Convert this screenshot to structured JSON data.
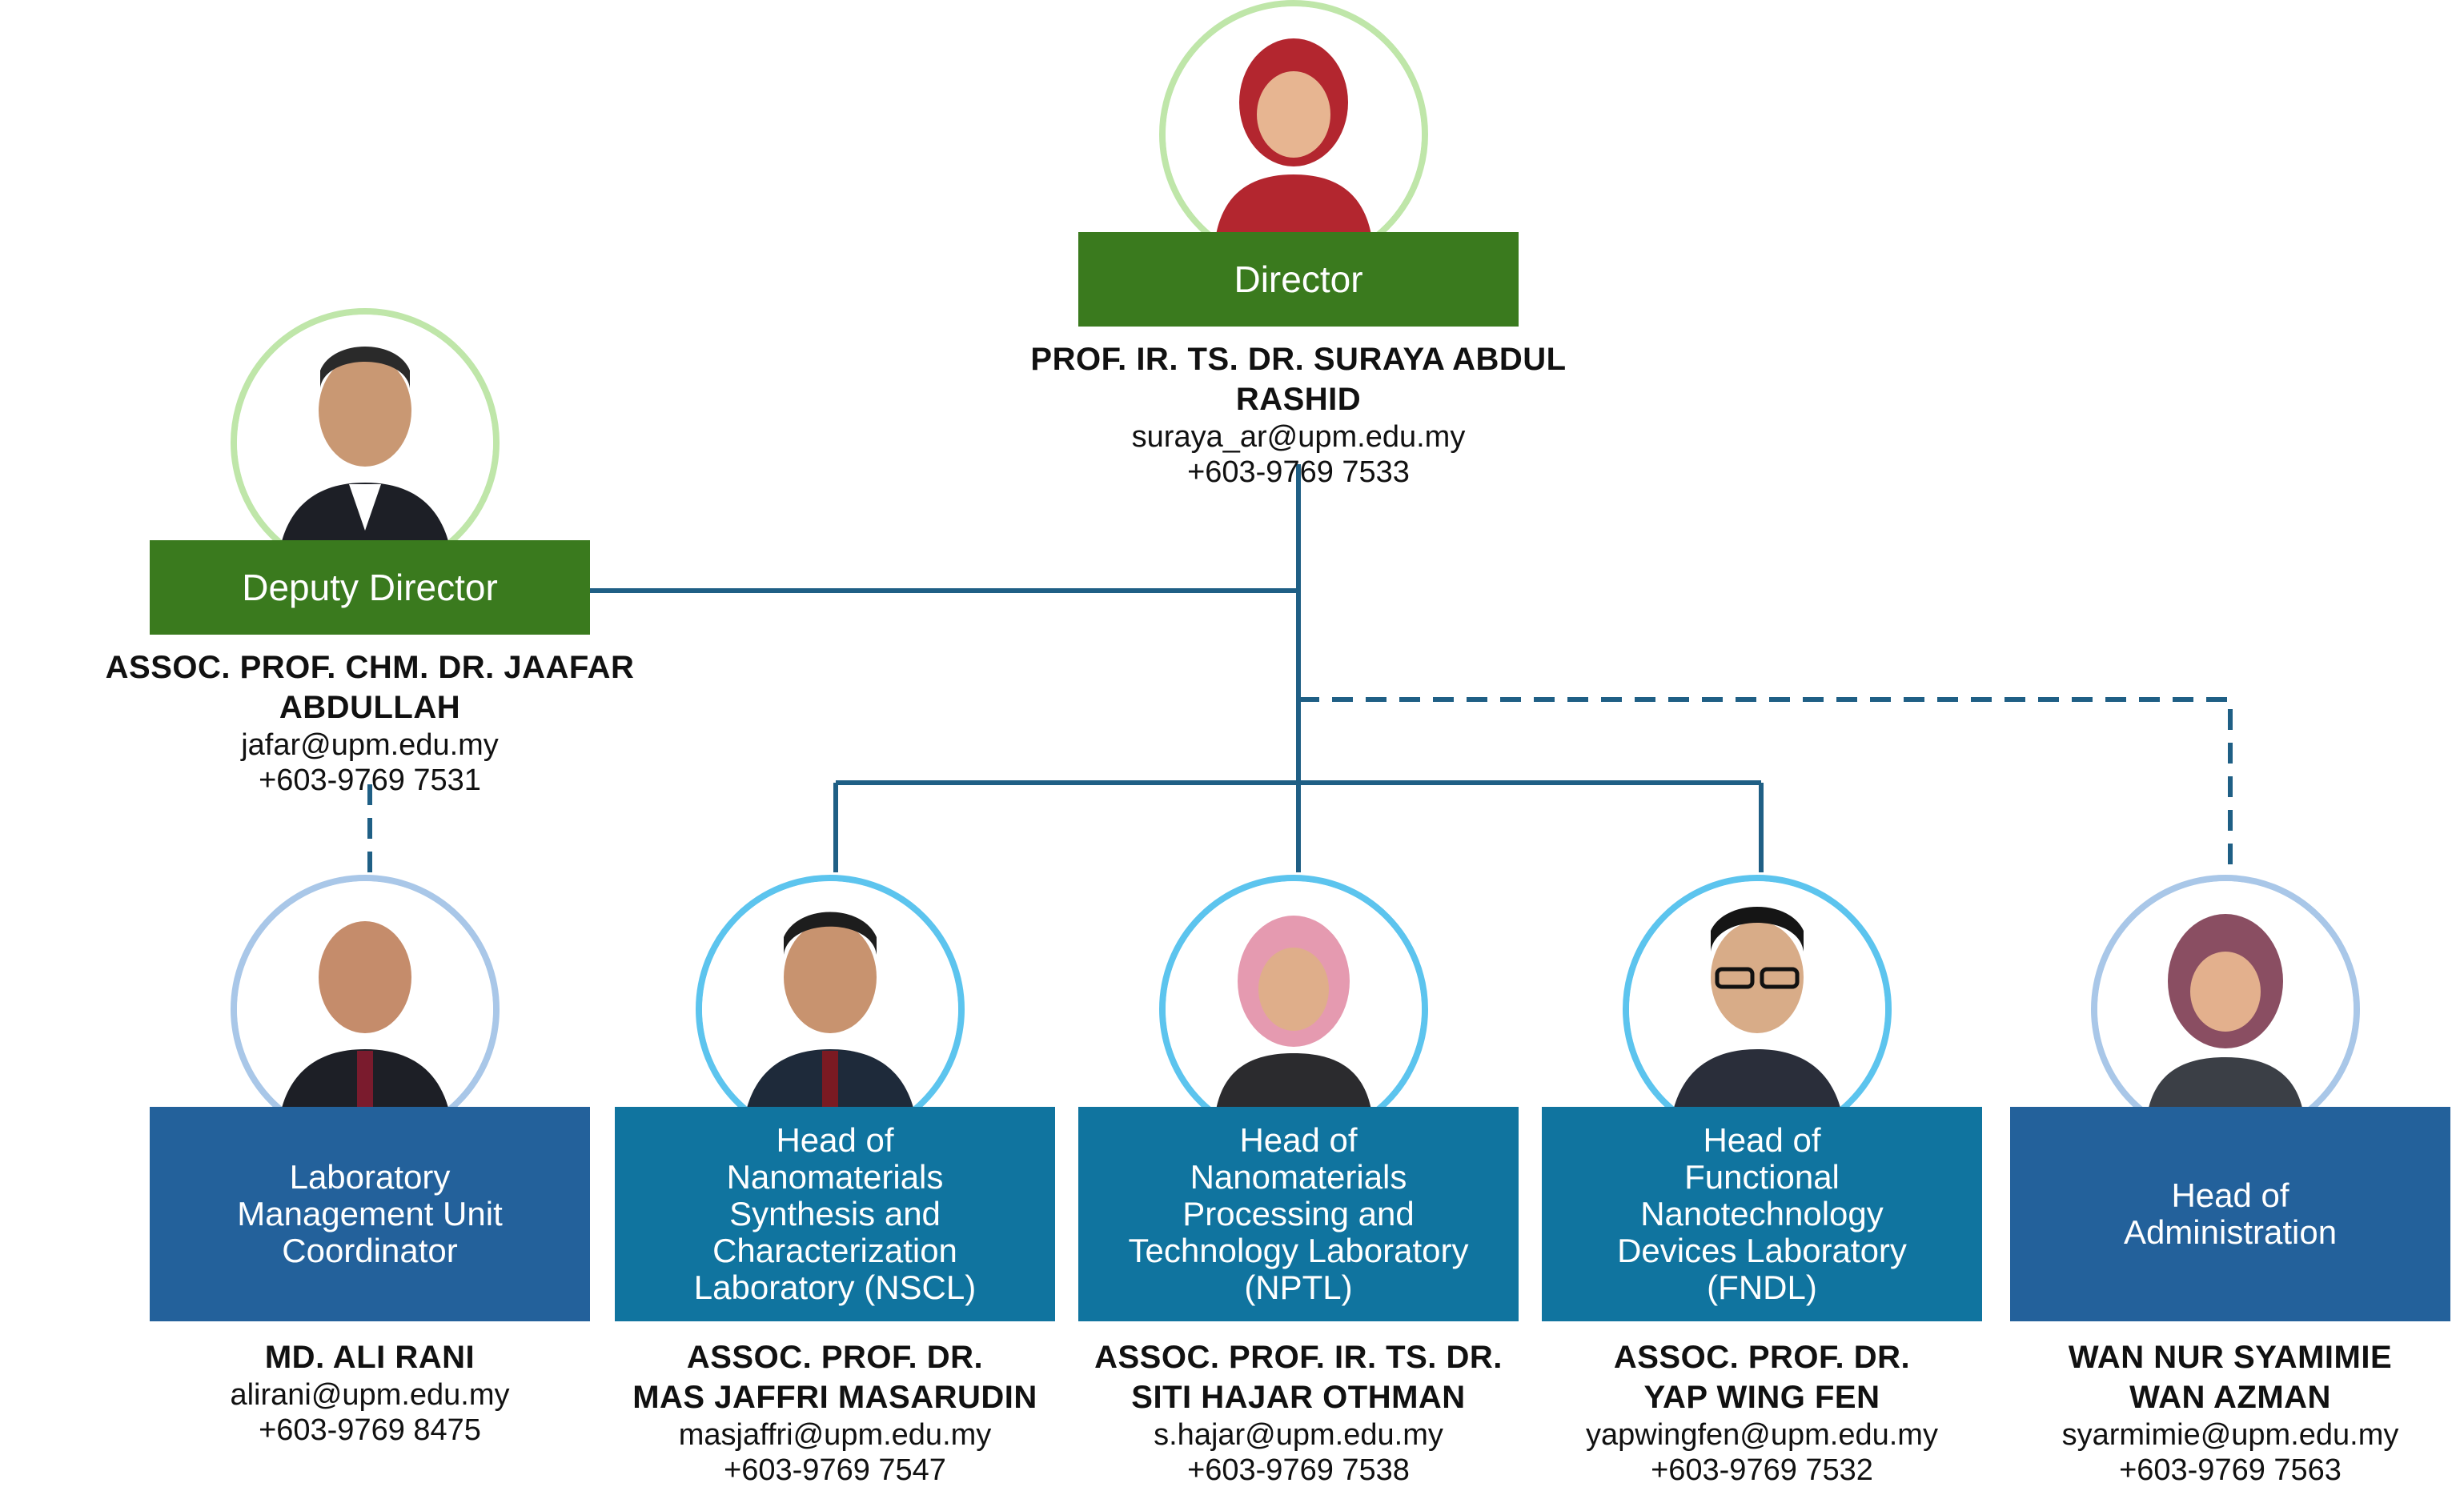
{
  "colors": {
    "top_title_bg": "#3a7a1e",
    "top_ring": "#bfe6a9",
    "blue_title_bg": "#23619b",
    "teal_title_bg": "#10749f",
    "blue_ring": "#a9c7e8",
    "teal_ring": "#5cc4ee",
    "connector": "#1f5f85"
  },
  "director": {
    "title": "Director",
    "name": "PROF. IR. TS. DR. SURAYA ABDUL RASHID",
    "email": "suraya_ar@upm.edu.my",
    "phone": "+603-9769 7533",
    "avatar_icon": "portrait-icon"
  },
  "deputy": {
    "title": "Deputy Director",
    "name": "ASSOC. PROF. CHM. DR. JAAFAR ABDULLAH",
    "email": "jafar@upm.edu.my",
    "phone": "+603-9769 7531",
    "avatar_icon": "portrait-icon"
  },
  "staff": [
    {
      "title_lines": [
        "Laboratory",
        "Management Unit",
        "Coordinator"
      ],
      "name_lines": [
        "MD. ALI RANI"
      ],
      "email": "alirani@upm.edu.my",
      "phone": "+603-9769 8475",
      "style": "blue"
    },
    {
      "title_lines": [
        "Head of",
        "Nanomaterials",
        "Synthesis and",
        "Characterization",
        "Laboratory (NSCL)"
      ],
      "name_lines": [
        "ASSOC. PROF. DR.",
        "MAS JAFFRI MASARUDIN"
      ],
      "email": "masjaffri@upm.edu.my",
      "phone": "+603-9769 7547",
      "style": "teal"
    },
    {
      "title_lines": [
        "Head of",
        "Nanomaterials",
        "Processing and",
        "Technology Laboratory",
        "(NPTL)"
      ],
      "name_lines": [
        "ASSOC. PROF. IR. TS. DR.",
        "SITI HAJAR OTHMAN"
      ],
      "email": "s.hajar@upm.edu.my",
      "phone": "+603-9769 7538",
      "style": "teal"
    },
    {
      "title_lines": [
        "Head of",
        "Functional",
        "Nanotechnology",
        "Devices Laboratory",
        "(FNDL)"
      ],
      "name_lines": [
        "ASSOC. PROF. DR.",
        "YAP WING FEN"
      ],
      "email": "yapwingfen@upm.edu.my",
      "phone": "+603-9769 7532",
      "style": "teal"
    },
    {
      "title_lines": [
        "Head of",
        "Administration"
      ],
      "name_lines": [
        "WAN NUR SYAMIMIE",
        "WAN AZMAN"
      ],
      "email": "syarmimie@upm.edu.my",
      "phone": "+603-9769 7563",
      "style": "blue"
    }
  ]
}
